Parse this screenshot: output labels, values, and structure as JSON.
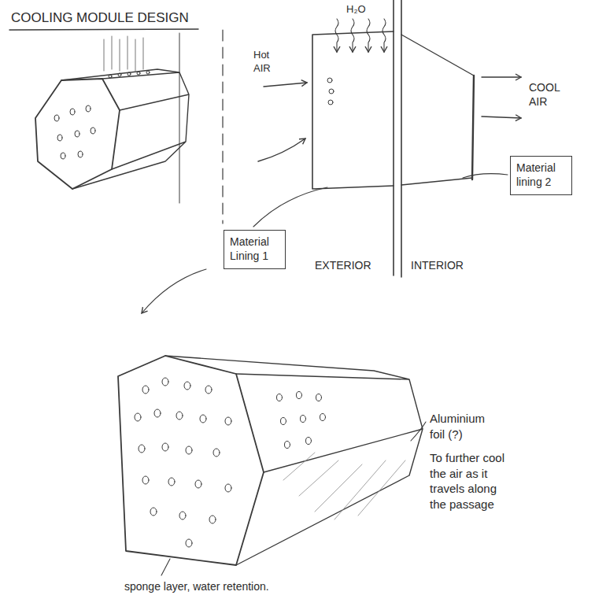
{
  "diagram": {
    "title": "COOLING MODULE DESIGN",
    "nodes": [
      {
        "text": [
          "Material lining 2"
        ]
      },
      {
        "text": [
          "Material Lining 1"
        ]
      }
    ],
    "labels": [
      "H₂O",
      "Hot AIR",
      "COOL AIR",
      "EXTERIOR",
      "INTERIOR",
      "Aluminium foil (?)",
      "To further cool the air as it travels along the passage",
      "sponge layer, water retention."
    ]
  }
}
